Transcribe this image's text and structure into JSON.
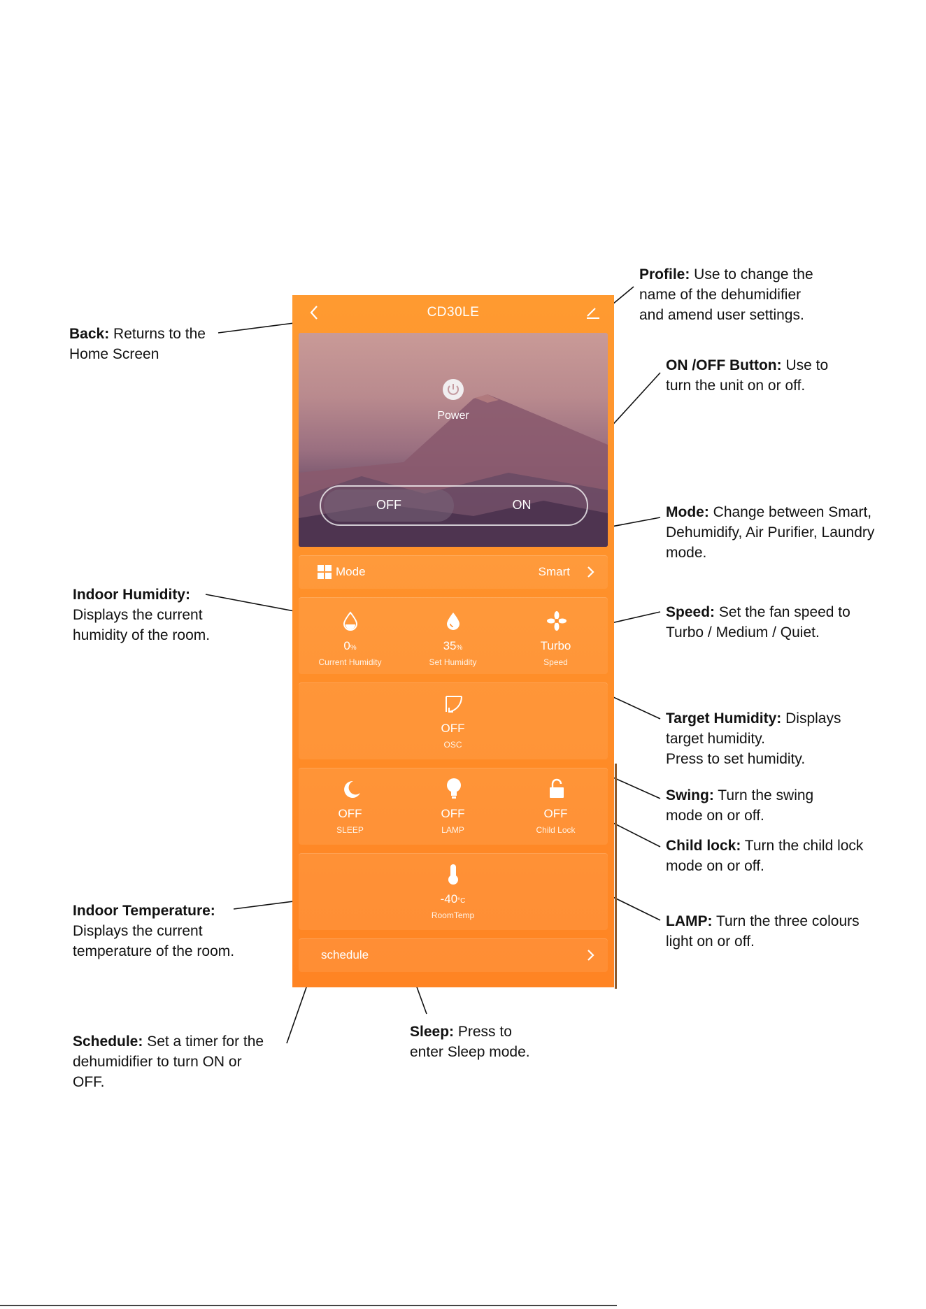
{
  "app": {
    "title": "CD30LE"
  },
  "hero": {
    "power_label": "Power",
    "toggle_off": "OFF",
    "toggle_on": "ON"
  },
  "mode_row": {
    "label": "Mode",
    "value": "Smart"
  },
  "stats_row": {
    "current_humidity": {
      "value": "0",
      "unit": "%",
      "label": "Current Humidity"
    },
    "set_humidity": {
      "value": "35",
      "unit": "%",
      "label": "Set Humidity"
    },
    "speed": {
      "value": "Turbo",
      "label": "Speed"
    }
  },
  "osc": {
    "value": "OFF",
    "label": "OSC"
  },
  "controls_row": {
    "sleep": {
      "value": "OFF",
      "label": "SLEEP"
    },
    "lamp": {
      "value": "OFF",
      "label": "LAMP"
    },
    "child_lock": {
      "value": "OFF",
      "label": "Child Lock"
    }
  },
  "temperature": {
    "value": "-40",
    "unit": "°C",
    "label": "RoomTemp"
  },
  "schedule_row": {
    "label": "schedule"
  },
  "annotations": {
    "back": {
      "title": "Back:",
      "text1": " Returns to the",
      "text2": "Home Screen"
    },
    "profile": {
      "title": "Profile:",
      "text1": " Use to change the",
      "text2": "name of the dehumidifier",
      "text3": "and amend user settings."
    },
    "onoff": {
      "title": "ON /OFF Button:",
      "text1": " Use to",
      "text2": "turn the unit on or off."
    },
    "mode": {
      "title": "Mode:",
      "text1": " Change between Smart,",
      "text2": "Dehumidify, Air Purifier, Laundry",
      "text3": "mode."
    },
    "indoor_humidity": {
      "title": "Indoor Humidity:",
      "text2": "Displays the current",
      "text3": "humidity of the room."
    },
    "speed": {
      "title": "Speed:",
      "text1": " Set the fan speed to",
      "text2": "Turbo / Medium / Quiet."
    },
    "target_humidity": {
      "title": "Target Humidity:",
      "text1": " Displays",
      "text2": "target humidity.",
      "text3": "Press to set humidity."
    },
    "swing": {
      "title": "Swing:",
      "text1": " Turn the swing",
      "text2": "mode on or off."
    },
    "child_lock": {
      "title": "Child lock:",
      "text1": " Turn the child lock",
      "text2": "mode on or off."
    },
    "indoor_temperature": {
      "title": "Indoor Temperature:",
      "text2": "Displays the current",
      "text3": "temperature of the room."
    },
    "lamp": {
      "title": "LAMP:",
      "text1": " Turn the three colours",
      "text2": "light on or off."
    },
    "schedule": {
      "title": "Schedule:",
      "text1": " Set a timer for the",
      "text2": "dehumidifier to turn ON or",
      "text3": "OFF."
    },
    "sleep": {
      "title": "Sleep:",
      "text1": " Press to",
      "text2": "enter Sleep mode."
    }
  },
  "colors": {
    "accent": "#ff8a26"
  }
}
